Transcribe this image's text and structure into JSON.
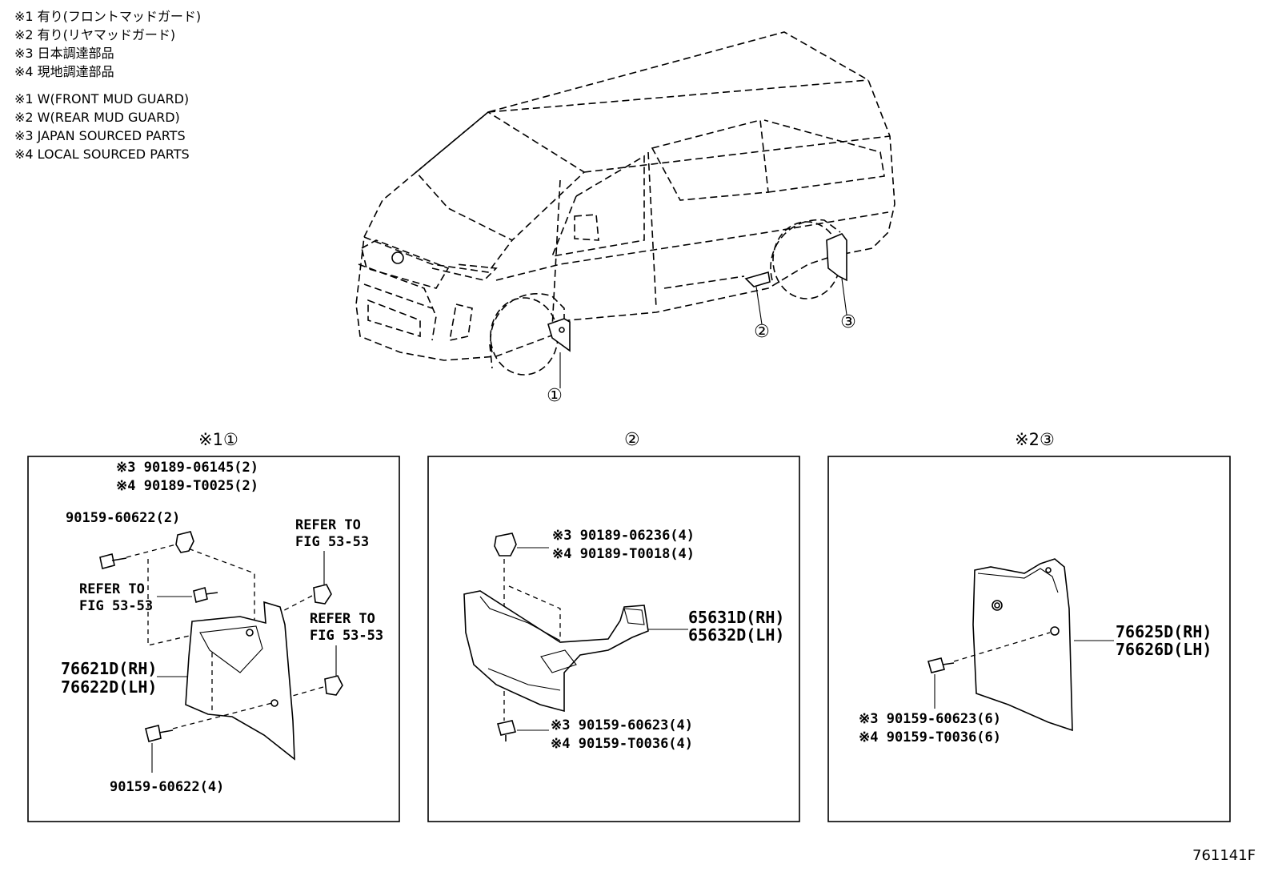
{
  "legend": {
    "jp": [
      "※1 有り(フロントマッドガード)",
      "※2 有り(リヤマッドガード)",
      "※3 日本調達部品",
      "※4 現地調達部品"
    ],
    "en": [
      "※1 W(FRONT MUD GUARD)",
      "※2 W(REAR MUD GUARD)",
      "※3 JAPAN SOURCED PARTS",
      "※4 LOCAL SOURCED PARTS"
    ]
  },
  "callouts": {
    "c1": "①",
    "c2": "②",
    "c3": "③"
  },
  "panel1": {
    "header": "※1①",
    "clip_jp": "※3 90189-06145(2)",
    "clip_local": "※4 90189-T0025(2)",
    "screw_top": "90159-60622(2)",
    "refer1": [
      "REFER TO",
      "FIG 53-53"
    ],
    "refer2": [
      "REFER TO",
      "FIG 53-53"
    ],
    "refer3": [
      "REFER TO",
      "FIG 53-53"
    ],
    "part_rh": "76621D(RH)",
    "part_lh": "76622D(LH)",
    "screw_bottom": "90159-60622(4)"
  },
  "panel2": {
    "header": "②",
    "clip_jp": "※3 90189-06236(4)",
    "clip_local": "※4 90189-T0018(4)",
    "part_rh": "65631D(RH)",
    "part_lh": "65632D(LH)",
    "screw_jp": "※3  90159-60623(4)",
    "screw_local": "※4  90159-T0036(4)"
  },
  "panel3": {
    "header": "※2③",
    "part_rh": "76625D(RH)",
    "part_lh": "76626D(LH)",
    "screw_jp": "※3  90159-60623(6)",
    "screw_local": "※4  90159-T0036(6)"
  },
  "figure_code": "761141F"
}
